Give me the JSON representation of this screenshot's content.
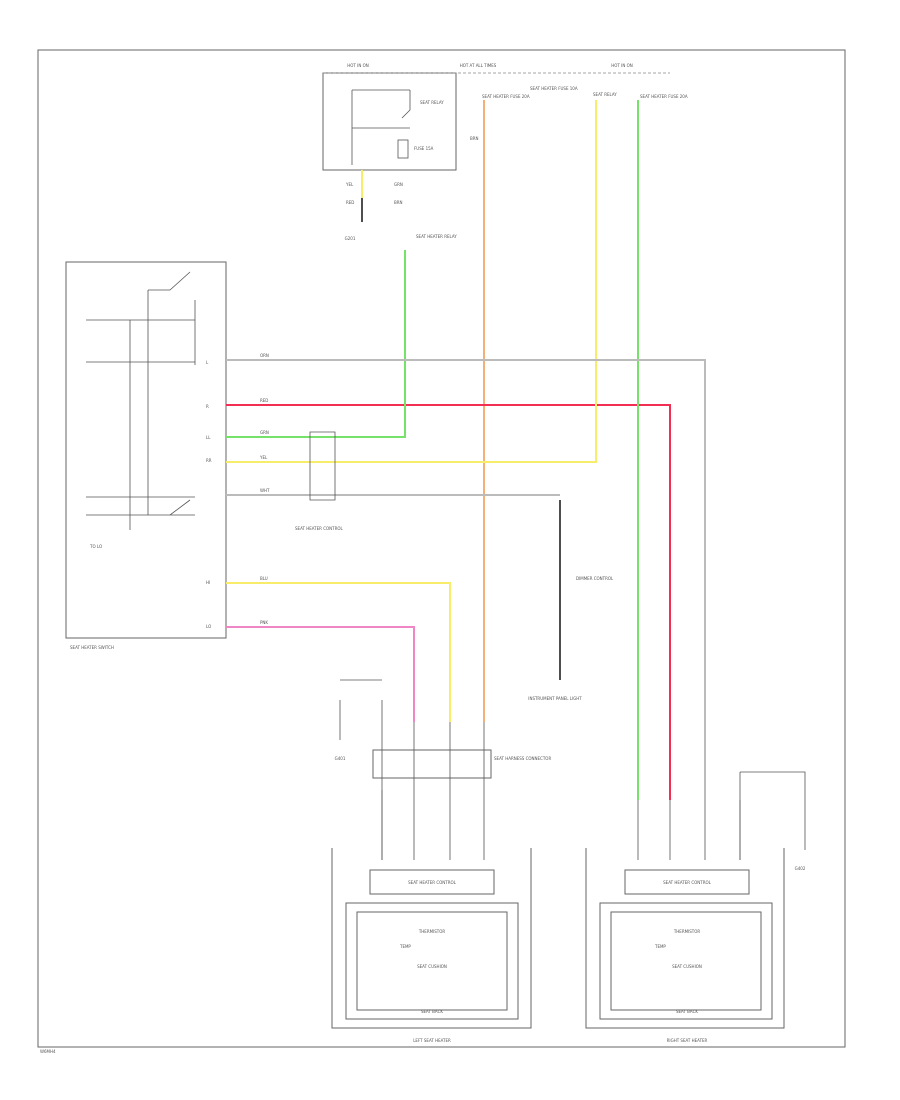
{
  "page_id": "W6MH4",
  "colors": {
    "orange": "#f5b07a",
    "red": "#f22e52",
    "green": "#77e26a",
    "yellow": "#f7ed6b",
    "pink": "#ef86c5",
    "gray": "#bbbbbb",
    "dark": "#222222"
  },
  "switch": {
    "title": "SEAT HEATER SWITCH",
    "pins": [
      "L",
      "R",
      "LL",
      "RR",
      "HI",
      "LO"
    ],
    "internal_label": "TO LO"
  },
  "fuse_box": {
    "title": "HOT AT ALL TIMES",
    "left_title": "HOT IN ON",
    "right_title": "HOT IN ON",
    "relay_label": "SEAT RELAY",
    "fuse_label": "FUSE 15A",
    "wire_codes": [
      "YEL",
      "GRN",
      "RED",
      "BRN"
    ]
  },
  "fuse_notes": [
    "SEAT HEATER FUSE 20A",
    "SEAT HEATER FUSE 10A",
    "SEAT RELAY",
    "SEAT HEATER FUSE 20A"
  ],
  "ground_label": "G201",
  "junction_label": "SEAT HEATER RELAY",
  "illumination_label": "INSTRUMENT PANEL LIGHT",
  "connectors": {
    "mid_left": "SEAT HEATER CONTROL",
    "dimmer": "DIMMER CONTROL",
    "harness": "SEAT HARNESS CONNECTOR",
    "ground_bottom": "G401",
    "ground_right": "G402"
  },
  "wire_codes": [
    "ORN",
    "RED",
    "GRN",
    "YEL",
    "WHT",
    "PNK",
    "BLU",
    "BRN"
  ],
  "left_seat": {
    "title": "LEFT SEAT HEATER",
    "control": "SEAT HEATER CONTROL",
    "thermistor": "THERMISTOR",
    "element": "SEAT CUSHION",
    "back": "SEAT BACK",
    "temp": "TEMP"
  },
  "right_seat": {
    "title": "RIGHT SEAT HEATER",
    "control": "SEAT HEATER CONTROL",
    "thermistor": "THERMISTOR",
    "element": "SEAT CUSHION",
    "back": "SEAT BACK",
    "temp": "TEMP"
  }
}
